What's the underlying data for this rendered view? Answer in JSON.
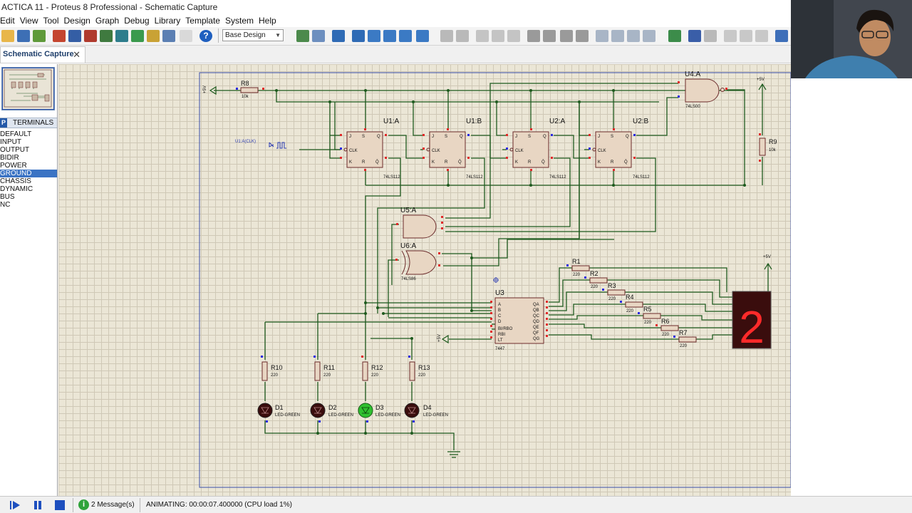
{
  "window": {
    "title": "ACTICA 11 - Proteus 8 Professional - Schematic Capture"
  },
  "menu": [
    "Edit",
    "View",
    "Tool",
    "Design",
    "Graph",
    "Debug",
    "Library",
    "Template",
    "System",
    "Help"
  ],
  "toolbar": {
    "design_select": "Base Design"
  },
  "tab": {
    "label": "Schematic Capture"
  },
  "panel": {
    "mode_letter": "P",
    "heading": "TERMINALS",
    "items": [
      "DEFAULT",
      "INPUT",
      "OUTPUT",
      "BIDIR",
      "POWER",
      "GROUND",
      "CHASSIS",
      "DYNAMIC",
      "BUS",
      "NC"
    ],
    "selected_item": "GROUND"
  },
  "schematic": {
    "power_left": "+5V",
    "r8": {
      "ref": "R8",
      "value": "10k"
    },
    "clock_label": "U1:A(CLK)",
    "flipflops": [
      {
        "ref": "U1:A",
        "part": "74LS112"
      },
      {
        "ref": "U1:B",
        "part": "74LS112"
      },
      {
        "ref": "U2:A",
        "part": "74LS112"
      },
      {
        "ref": "U2:B",
        "part": "74LS112"
      }
    ],
    "u4": {
      "ref": "U4:A",
      "part": "74LS00"
    },
    "power_right": "+5V",
    "r9": {
      "ref": "R9",
      "value": "10k"
    },
    "u5": {
      "ref": "U5:A"
    },
    "u6": {
      "ref": "U6:A",
      "part": "74LS86"
    },
    "u3": {
      "ref": "U3",
      "part": "7447",
      "inputs": [
        "A",
        "B",
        "C",
        "D",
        "BI/RBO",
        "RBI",
        "LT"
      ],
      "outputs": [
        "QA",
        "QB",
        "QC",
        "QD",
        "QE",
        "QF",
        "QG"
      ]
    },
    "power_u3": "+5V",
    "segment_resistors": [
      {
        "ref": "R1",
        "value": "220"
      },
      {
        "ref": "R2",
        "value": "220"
      },
      {
        "ref": "R3",
        "value": "220"
      },
      {
        "ref": "R4",
        "value": "220"
      },
      {
        "ref": "R5",
        "value": "220"
      },
      {
        "ref": "R6",
        "value": "220"
      },
      {
        "ref": "R7",
        "value": "220"
      }
    ],
    "power_display": "+5V",
    "display_digit": "2",
    "led_resistors": [
      {
        "ref": "R10",
        "value": "220"
      },
      {
        "ref": "R11",
        "value": "220"
      },
      {
        "ref": "R12",
        "value": "220"
      },
      {
        "ref": "R13",
        "value": "220"
      }
    ],
    "leds": [
      {
        "ref": "D1",
        "type": "LED-GREEN",
        "lit": false
      },
      {
        "ref": "D2",
        "type": "LED-GREEN",
        "lit": false
      },
      {
        "ref": "D3",
        "type": "LED-GREEN",
        "lit": true
      },
      {
        "ref": "D4",
        "type": "LED-GREEN",
        "lit": false
      }
    ]
  },
  "status": {
    "messages": "2 Message(s)",
    "animation": "ANIMATING: 00:00:07.400000 (CPU load 1%)"
  },
  "colors": {
    "wire": "#1e5a1e",
    "component_fill": "#e8d6c3",
    "component_outline": "#6b2a2a",
    "display_segment": "#ff2a2a",
    "grid": "#ebe6d6"
  }
}
